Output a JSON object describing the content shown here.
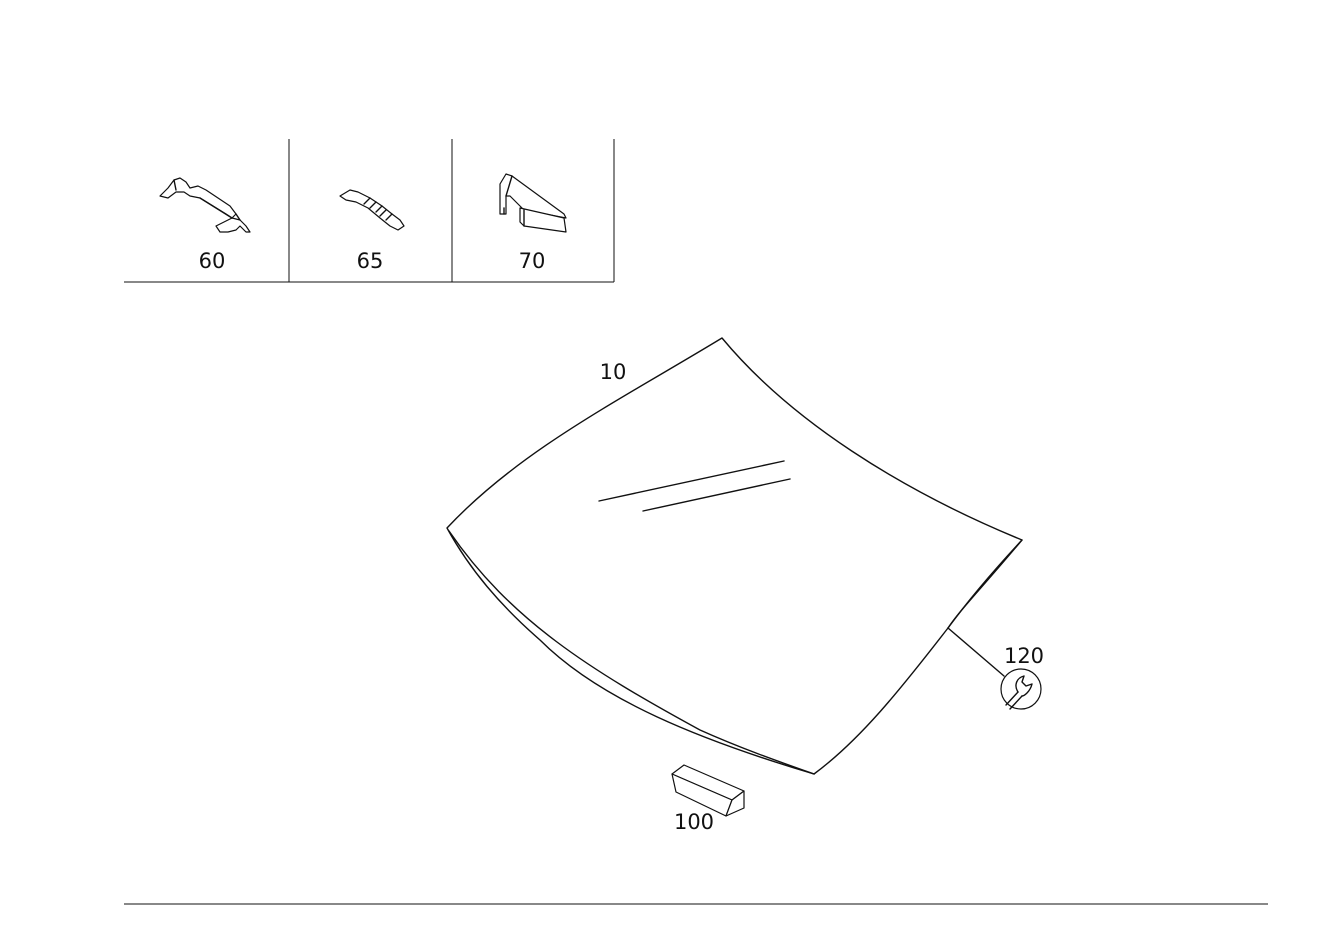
{
  "diagram": {
    "inset_parts": [
      {
        "id": "clip",
        "label": "60",
        "icon": "clip-icon"
      },
      {
        "id": "strap",
        "label": "65",
        "icon": "strap-icon"
      },
      {
        "id": "bracket",
        "label": "70",
        "icon": "bracket-icon"
      }
    ],
    "main_parts": [
      {
        "id": "windscreen",
        "label": "10",
        "icon": "windscreen-glass"
      },
      {
        "id": "block",
        "label": "100",
        "icon": "adhesive-block-icon"
      },
      {
        "id": "service",
        "label": "120",
        "icon": "wrench-icon"
      }
    ]
  },
  "colors": {
    "line": "#111111",
    "background": "#ffffff"
  }
}
